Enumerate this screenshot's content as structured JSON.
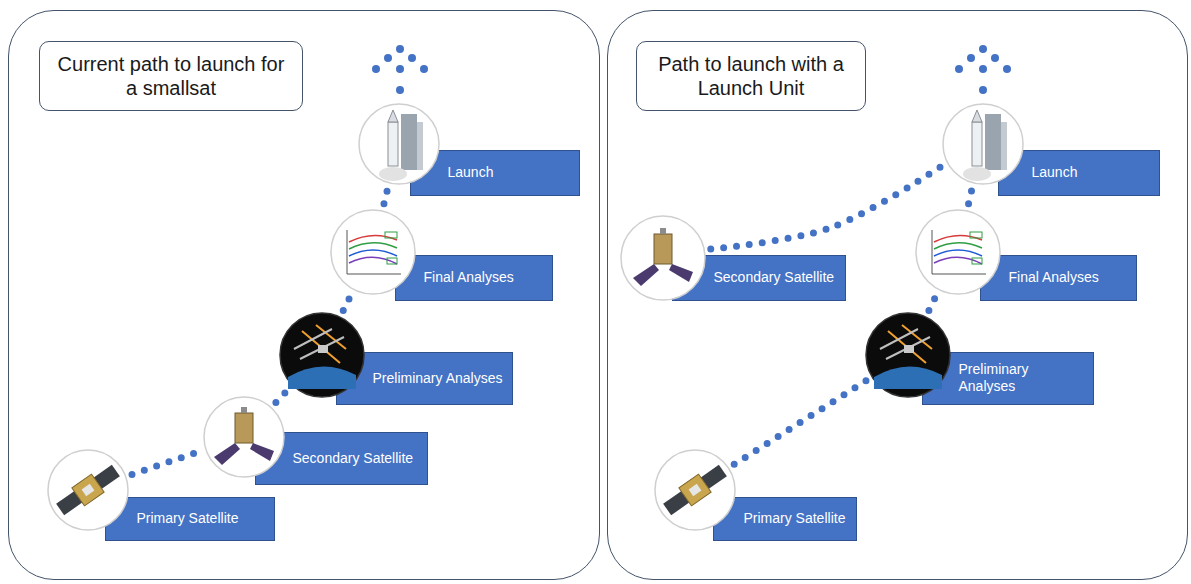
{
  "diagram": {
    "nodes": [
      {
        "text": [
          "Current path to launch for a smallsat"
        ]
      },
      {
        "text": [
          "Launch"
        ],
        "in": 0
      },
      {
        "text": [
          "Final Analyses"
        ],
        "in": 0
      },
      {
        "text": [
          "Preliminary Analyses"
        ],
        "in": 0
      },
      {
        "text": [
          "Secondary Satellite"
        ],
        "in": 0
      },
      {
        "text": [
          "Primary Satellite"
        ],
        "in": 0
      },
      {
        "text": [
          "Path to launch with a Launch Unit"
        ]
      },
      {
        "text": [
          "Launch"
        ],
        "in": 6
      },
      {
        "text": [
          "Secondary Satellite"
        ],
        "in": 6
      },
      {
        "text": [
          "Final Analyses"
        ],
        "in": 6
      },
      {
        "text": [
          "Preliminary Analyses"
        ],
        "in": 6
      },
      {
        "text": [
          "Primary Satellite"
        ],
        "in": 6
      }
    ],
    "edges": [
      {
        "from": 5,
        "to": 4,
        "arrow": "none"
      },
      {
        "from": 4,
        "to": 3,
        "arrow": "none"
      },
      {
        "from": 3,
        "to": 2,
        "arrow": "none"
      },
      {
        "from": 2,
        "to": 1,
        "arrow": "none"
      },
      {
        "from": 11,
        "to": 10,
        "arrow": "none"
      },
      {
        "from": 10,
        "to": 9,
        "arrow": "none"
      },
      {
        "from": 9,
        "to": 7,
        "arrow": "none"
      },
      {
        "from": 8,
        "to": 7,
        "arrow": "none"
      }
    ]
  }
}
